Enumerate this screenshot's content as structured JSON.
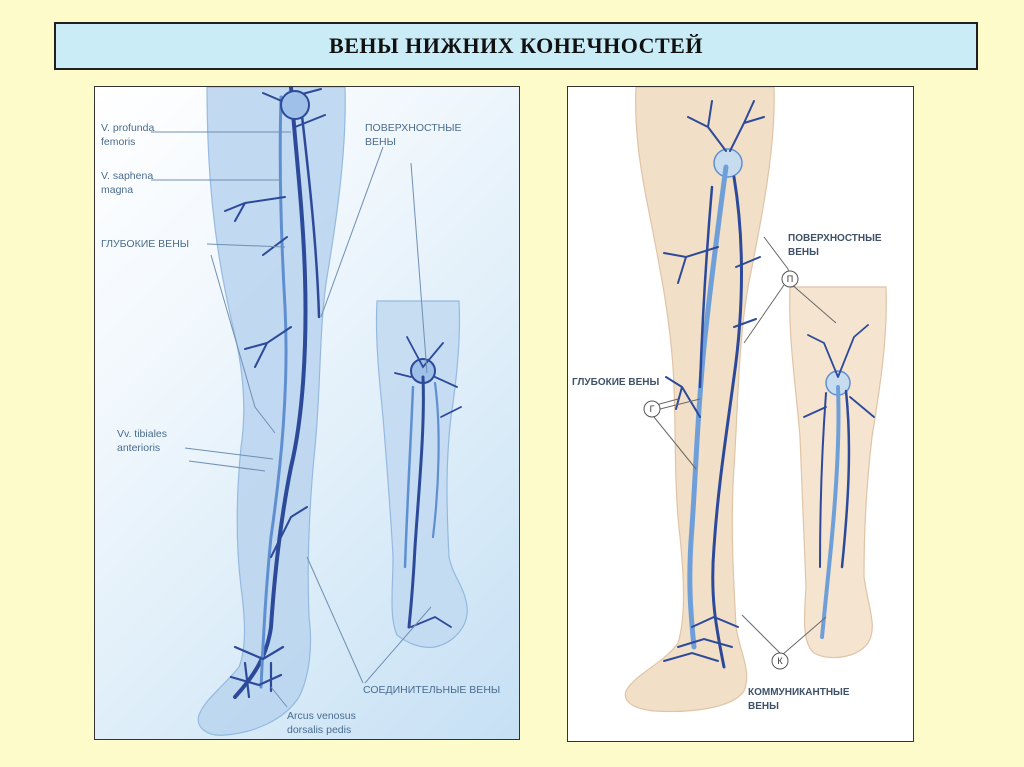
{
  "title": "ВЕНЫ НИЖНИХ КОНЕЧНОСТЕЙ",
  "left_panel": {
    "labels": {
      "profunda_1": "V. profunda",
      "profunda_2": "femoris",
      "saphena_1": "V. saphena",
      "saphena_2": "magna",
      "deep": "ГЛУБОКИЕ ВЕНЫ",
      "superficial_1": "ПОВЕРХНОСТНЫЕ",
      "superficial_2": "ВЕНЫ",
      "tibiales_1": "Vv. tibiales",
      "tibiales_2": "anterioris",
      "connecting": "СОЕДИНИТЕЛЬНЫЕ ВЕНЫ",
      "arcus_1": "Arcus venosus",
      "arcus_2": "dorsalis pedis"
    }
  },
  "right_panel": {
    "labels": {
      "superficial_1": "ПОВЕРХНОСТНЫЕ",
      "superficial_2": "ВЕНЫ",
      "deep": "ГЛУБОКИЕ ВЕНЫ",
      "communicating_1": "КОММУНИКАНТНЫЕ",
      "communicating_2": "ВЕНЫ",
      "marker_p": "П",
      "marker_g": "Г",
      "marker_k": "К"
    }
  },
  "colors": {
    "background": "#fdfbc9",
    "title_fill": "#c9ecf7",
    "vein_dark": "#2d4a9a",
    "vein_light": "#5f8fd0",
    "leg_left": "#bcd6f0",
    "leg_right": "#f2dfc8"
  }
}
